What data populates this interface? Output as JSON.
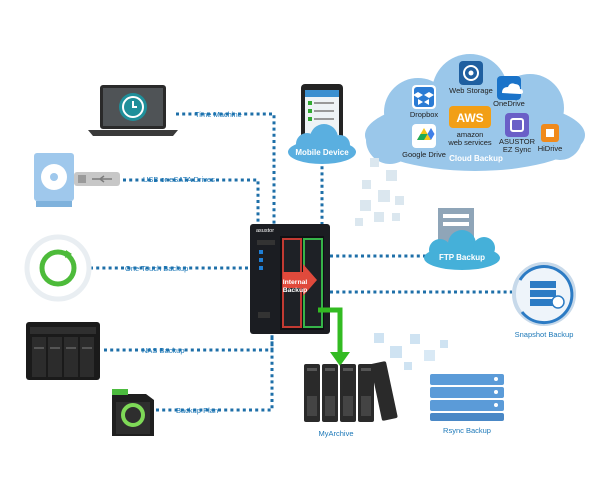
{
  "labels": {
    "time_machine": "Time Machine",
    "usb_esata": "USB or eSATA Drives",
    "one_touch": "One Touch Backup",
    "nas_backup": "NAS Backup",
    "backup_plan": "Backup Plan",
    "mobile_device": "Mobile Device",
    "cloud_backup": "Cloud Backup",
    "ftp_backup": "FTP Backup",
    "snapshot_backup": "Snapshot Backup",
    "myarchive": "MyArchive",
    "rsync_backup": "Rsync Backup",
    "internal_backup_1": "Internal",
    "internal_backup_2": "Backup",
    "nas_brand": "asustor"
  },
  "cloud_services": {
    "web_storage": "Web Storage",
    "dropbox": "Dropbox",
    "onedrive": "OneDrive",
    "aws": "AWS",
    "aws_line1": "amazon",
    "aws_line2": "web services",
    "google_drive": "Google Drive",
    "asustor_ez_1": "ASUSTOR",
    "asustor_ez_2": "EZ Sync",
    "hidrive": "HiDrive"
  },
  "colors": {
    "connector": "#1e6fa8",
    "label_text": "#1c78b8",
    "cloud_fill": "#9ac7ea",
    "ftp_cloud": "#45b0d9",
    "arrow_green": "#33bb22",
    "internal_arrow": "#e04a3c",
    "nas_body": "#1b1d22"
  }
}
